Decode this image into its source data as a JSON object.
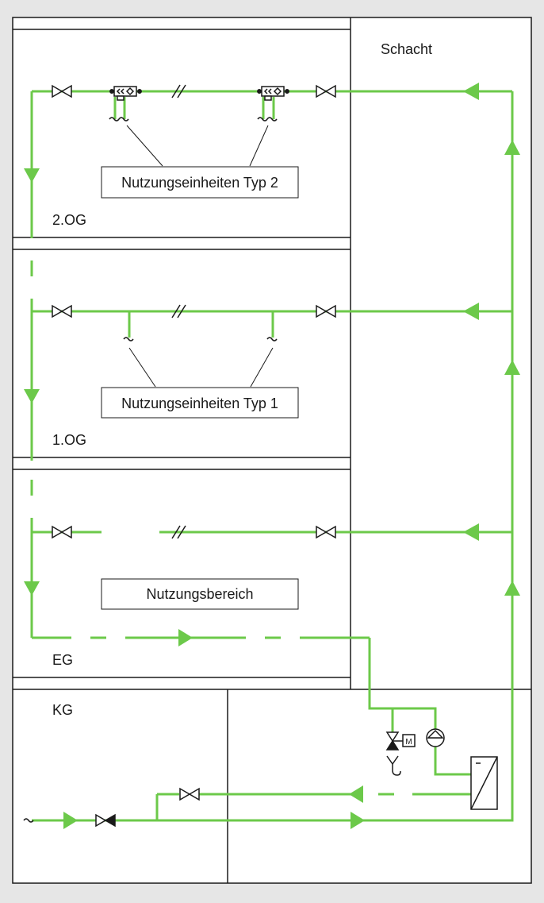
{
  "labels": {
    "shaft": "Schacht",
    "floor_2og": "2.OG",
    "floor_1og": "1.OG",
    "floor_eg": "EG",
    "floor_kg": "KG",
    "units_type2": "Nutzungseinheiten Typ 2",
    "units_type1": "Nutzungseinheiten Typ 1",
    "usage_area": "Nutzungsbereich",
    "motor_symbol": "M"
  },
  "colors": {
    "background": "#e6e6e6",
    "panel": "#ffffff",
    "line": "#1a1a1a",
    "pipe": "#6cc94a"
  }
}
